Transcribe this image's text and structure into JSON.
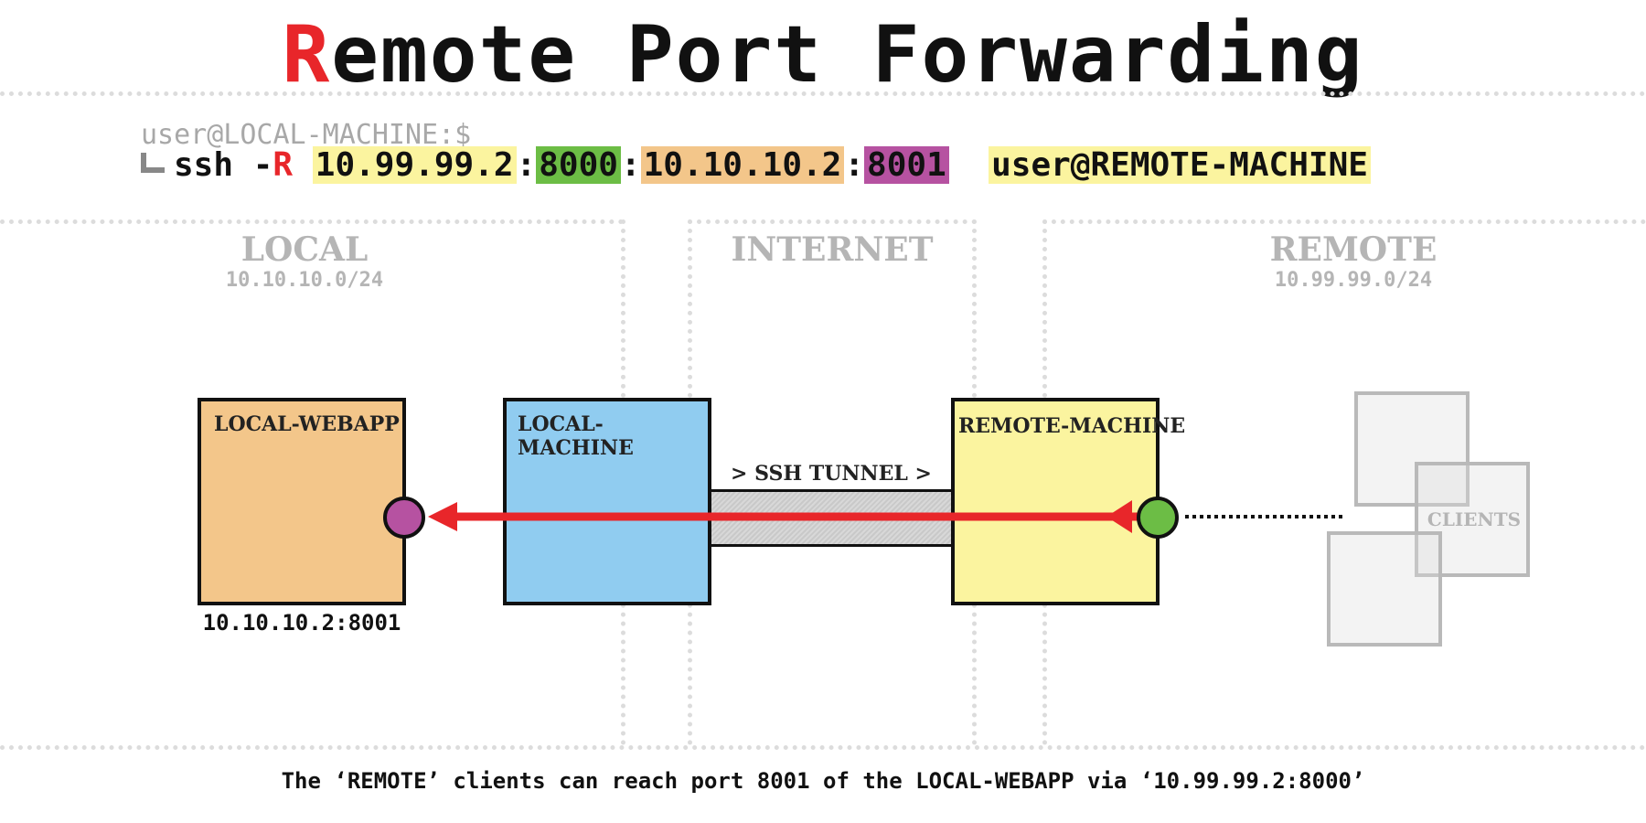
{
  "title": {
    "first_letter": "R",
    "rest": "emote Port Forwarding"
  },
  "command": {
    "prompt": "user@LOCAL-MACHINE:$",
    "ssh": "ssh",
    "dash": "-",
    "flag": "R",
    "bind_ip": "10.99.99.2",
    "sep1": ":",
    "bind_port": "8000",
    "sep2": ":",
    "target_ip": "10.10.10.2",
    "sep3": ":",
    "target_port": "8001",
    "destination": "user@REMOTE-MACHINE"
  },
  "zones": {
    "local": {
      "title": "LOCAL",
      "subnet": "10.10.10.0/24"
    },
    "internet": {
      "title": "INTERNET"
    },
    "remote": {
      "title": "REMOTE",
      "subnet": "10.99.99.0/24"
    }
  },
  "nodes": {
    "webapp": {
      "label": "LOCAL-WEBAPP",
      "address": "10.10.10.2:8001",
      "color": "#f3c68a"
    },
    "local_machine": {
      "label": "LOCAL-MACHINE",
      "color": "#90ccf0"
    },
    "remote_machine": {
      "label": "REMOTE-MACHINE",
      "color": "#fbf49f"
    },
    "clients": {
      "label": "CLIENTS"
    }
  },
  "tunnel": {
    "label": "> SSH TUNNEL >"
  },
  "ports": {
    "source_color": "#6cbd45",
    "target_color": "#b652a1"
  },
  "arrow_color": "#e8262a",
  "caption": "The ‘REMOTE’ clients can reach port 8001 of the LOCAL-WEBAPP via ‘10.99.99.2:8000’"
}
